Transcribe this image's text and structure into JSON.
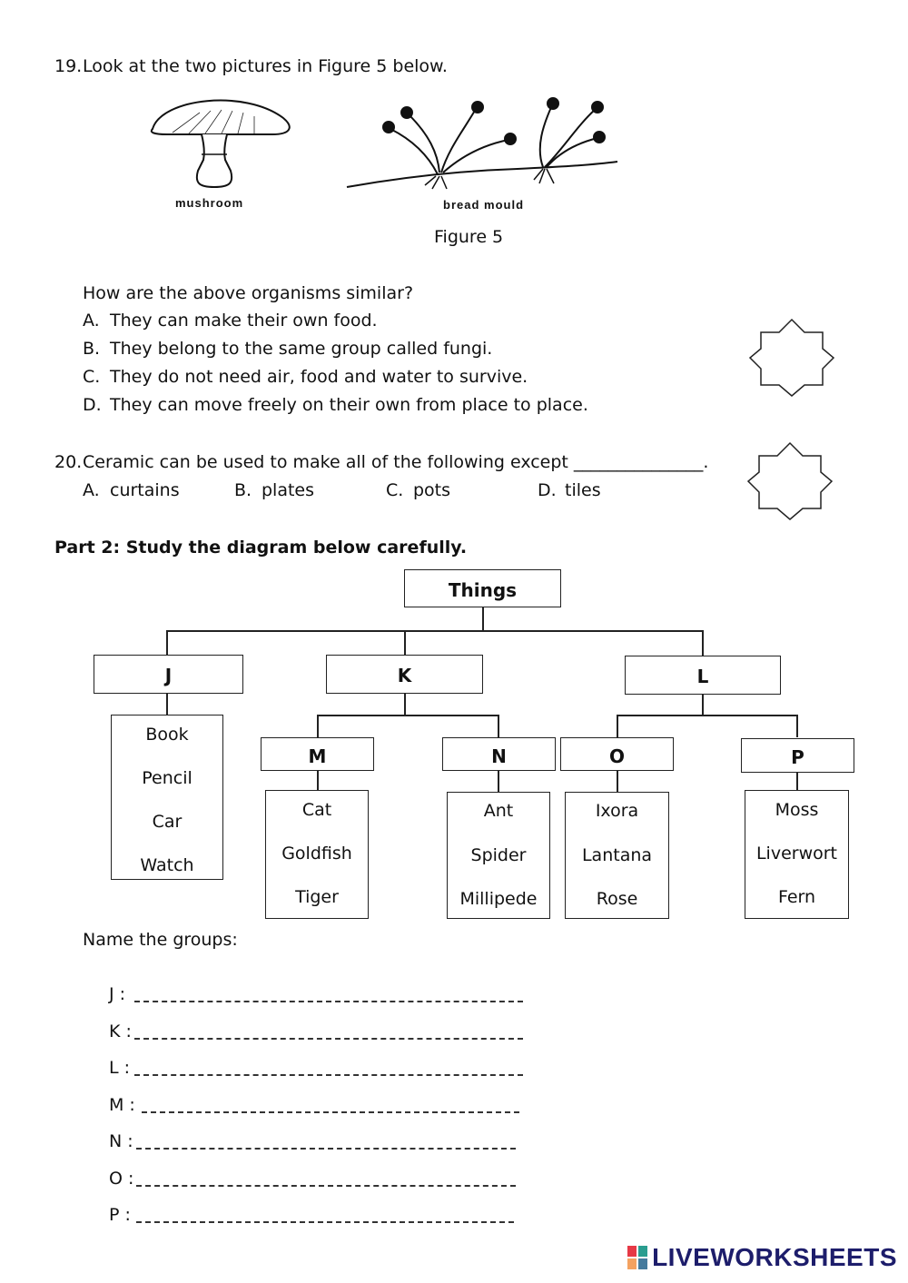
{
  "q19": {
    "number": "19.",
    "prompt": "Look at the two pictures in Figure 5 below.",
    "img1_label": "mushroom",
    "img2_label": "bread mould",
    "figure_caption": "Figure 5",
    "question": "How are the above organisms similar?",
    "options": [
      {
        "letter": "A.",
        "text": "They can make their own food."
      },
      {
        "letter": "B.",
        "text": "They belong to the same group called fungi."
      },
      {
        "letter": "C.",
        "text": "They do not need air, food and water to survive."
      },
      {
        "letter": "D.",
        "text": "They can move freely on their own from place to place."
      }
    ]
  },
  "q20": {
    "number": "20.",
    "prompt": "Ceramic can be used to make all of the following except _______________.",
    "options": [
      {
        "letter": "A.",
        "text": "curtains"
      },
      {
        "letter": "B.",
        "text": "plates"
      },
      {
        "letter": "C.",
        "text": "pots"
      },
      {
        "letter": "D.",
        "text": "tiles"
      }
    ]
  },
  "part2": {
    "heading": "Part 2: Study the diagram below carefully.",
    "root": "Things",
    "groups": {
      "J": {
        "label": "J",
        "items": [
          "Book",
          "Pencil",
          "Car",
          "Watch"
        ]
      },
      "K": {
        "label": "K"
      },
      "L": {
        "label": "L"
      },
      "M": {
        "label": "M",
        "items": [
          "Cat",
          "Goldfish",
          "Tiger"
        ]
      },
      "N": {
        "label": "N",
        "items": [
          "Ant",
          "Spider",
          "Millipede"
        ]
      },
      "O": {
        "label": "O",
        "items": [
          "Ixora",
          "Lantana",
          "Rose"
        ]
      },
      "P": {
        "label": "P",
        "items": [
          "Moss",
          "Liverwort",
          "Fern"
        ]
      }
    },
    "name_prompt": "Name the groups:",
    "answers": [
      "J :",
      "K :",
      "L :",
      "M :",
      "N :",
      "O :",
      "P :"
    ]
  },
  "logo": {
    "text": "LIVEWORKSHEETS",
    "colors": [
      "#e63946",
      "#2a9d8f",
      "#f4a261",
      "#457b9d"
    ]
  }
}
